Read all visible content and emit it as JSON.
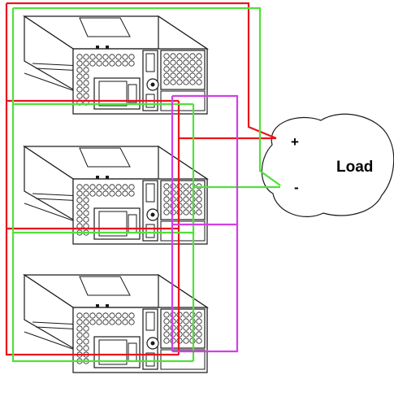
{
  "load": {
    "label": "Load",
    "positive": "+",
    "negative": "-"
  },
  "colors": {
    "positive_wire": "#e8151b",
    "negative_wire": "#52e03a",
    "sense_wire": "#d33ee6",
    "outline": "#1a1a1a"
  },
  "units": [
    {
      "id": "psu-top"
    },
    {
      "id": "psu-middle"
    },
    {
      "id": "psu-bottom"
    }
  ]
}
